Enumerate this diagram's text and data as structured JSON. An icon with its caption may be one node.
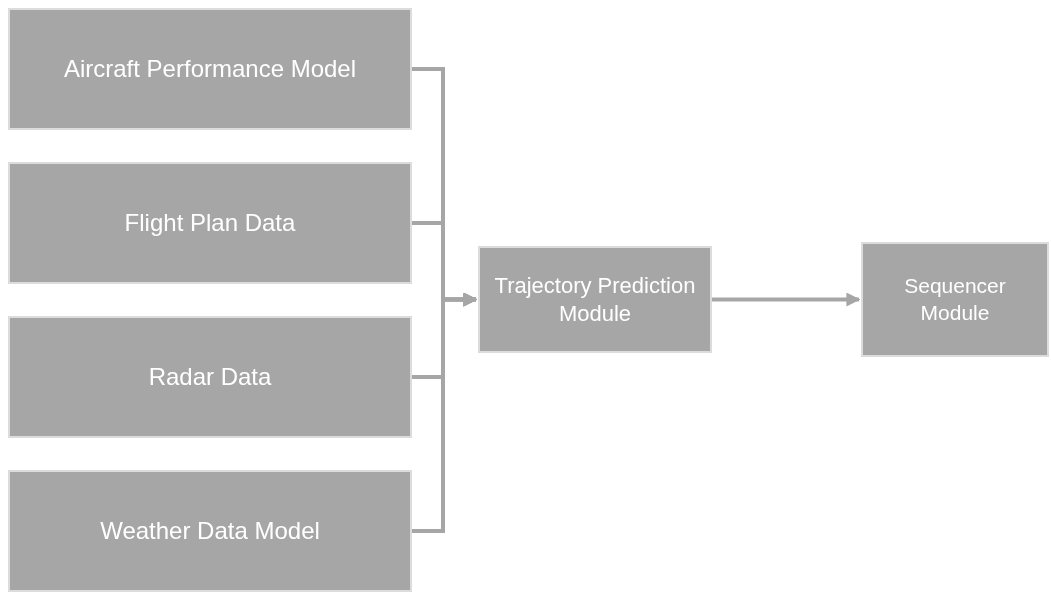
{
  "diagram": {
    "nodes": [
      {
        "text": [
          "Aircraft Performance Model"
        ]
      },
      {
        "text": [
          "Flight Plan Data"
        ]
      },
      {
        "text": [
          "Radar Data"
        ]
      },
      {
        "text": [
          "Weather Data Model"
        ]
      },
      {
        "text": [
          "Trajectory Prediction Module"
        ]
      },
      {
        "text": [
          "Sequencer Module"
        ]
      }
    ],
    "edges": [
      {
        "from": 0,
        "to": 4,
        "arrow": "to"
      },
      {
        "from": 1,
        "to": 4,
        "arrow": "to"
      },
      {
        "from": 2,
        "to": 4,
        "arrow": "to"
      },
      {
        "from": 3,
        "to": 4,
        "arrow": "to"
      },
      {
        "from": 4,
        "to": 5,
        "arrow": "to"
      }
    ]
  }
}
